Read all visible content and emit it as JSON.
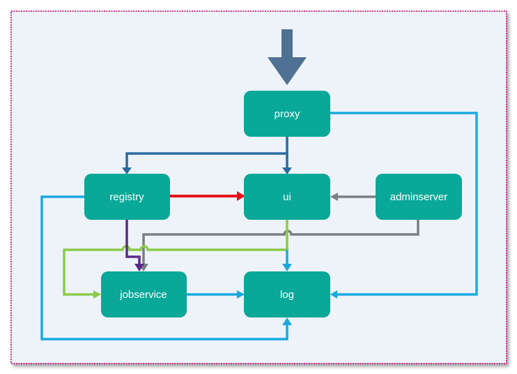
{
  "nodes": {
    "proxy": {
      "label": "proxy"
    },
    "registry": {
      "label": "registry"
    },
    "ui": {
      "label": "ui"
    },
    "adminserver": {
      "label": "adminserver"
    },
    "jobservice": {
      "label": "jobservice"
    },
    "log": {
      "label": "log"
    }
  },
  "colors": {
    "canvas": "#eef3f9",
    "border": "#c2187c",
    "node": "#0aa898",
    "incoming_arrow": "#4f7194",
    "proxy_links": "#2a6aa0",
    "log_links": "#19a9e0",
    "registry_to_ui": "#e8121b",
    "admin_links": "#7a7f83",
    "ui_to_jobservice": "#8cca4a",
    "registry_to_jobservice": "#5b2a86"
  }
}
